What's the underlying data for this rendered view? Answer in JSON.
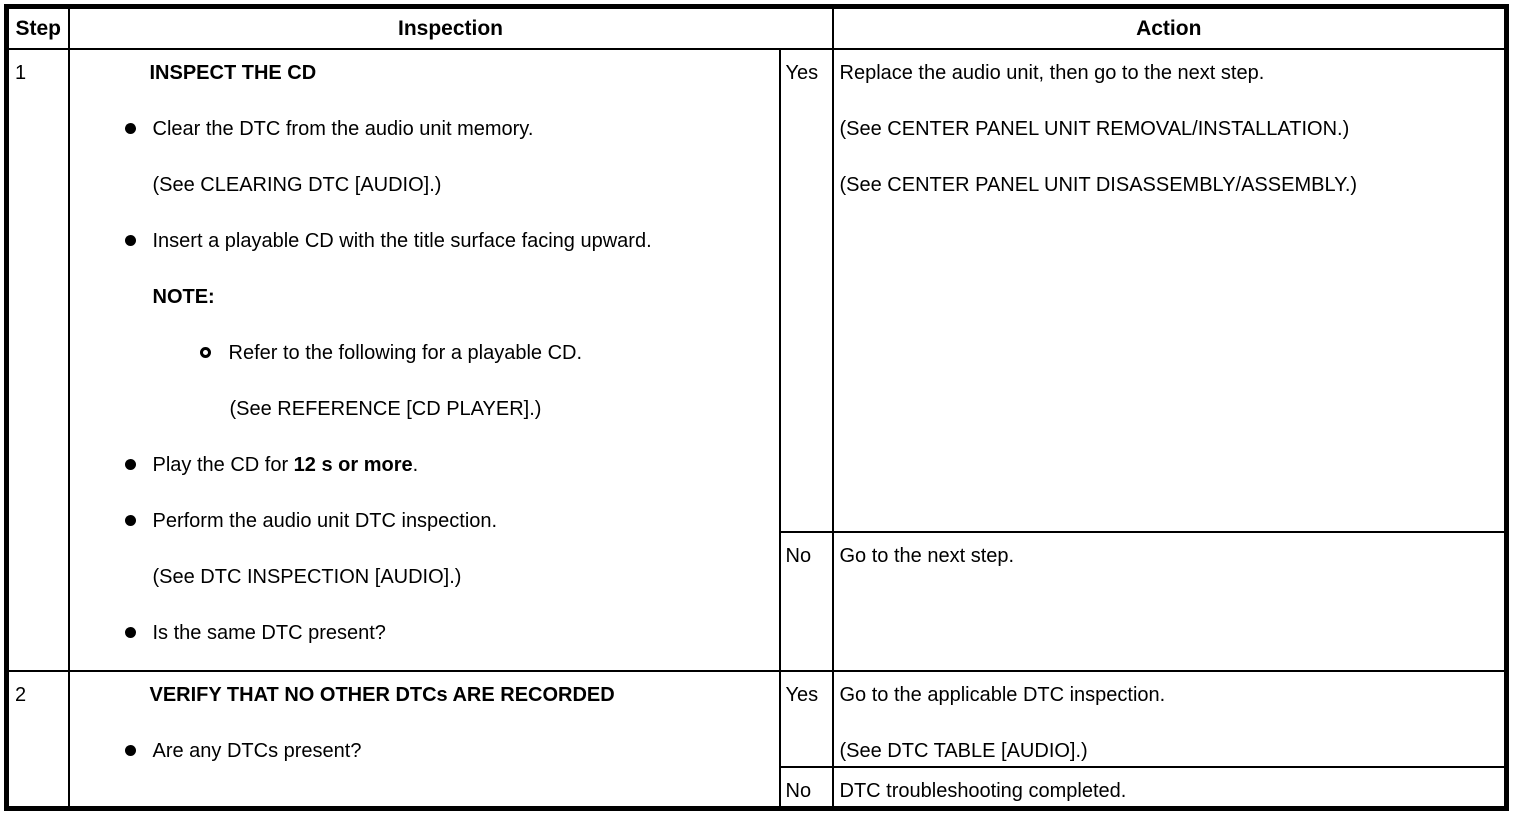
{
  "header": {
    "step": "Step",
    "inspection": "Inspection",
    "action": "Action"
  },
  "rows": [
    {
      "step": "1",
      "title": "INSPECT THE CD",
      "items": {
        "i0": {
          "type": "bullet",
          "text": "Clear the DTC from the audio unit memory."
        },
        "i1": {
          "type": "see",
          "text": "(See CLEARING DTC [AUDIO].)"
        },
        "i2": {
          "type": "bullet",
          "text": "Insert a playable CD with the title surface facing upward."
        },
        "i3": {
          "type": "note",
          "text": "NOTE:"
        },
        "i4": {
          "type": "sub-bullet",
          "text": "Refer to the following for a playable CD."
        },
        "i5": {
          "type": "sub-see",
          "text": "(See REFERENCE [CD PLAYER].)"
        },
        "i6": {
          "type": "bullet-mixed",
          "prefix": "Play the CD for ",
          "bold": "12 s or more",
          "suffix": "."
        },
        "i7": {
          "type": "bullet",
          "text": "Perform the audio unit DTC inspection."
        },
        "i8": {
          "type": "see",
          "text": "(See DTC INSPECTION [AUDIO].)"
        },
        "i9": {
          "type": "bullet",
          "text": "Is the same DTC present?"
        }
      },
      "yes_label": "Yes",
      "yes_lines": {
        "l0": "Replace the audio unit, then go to the next step.",
        "l1": "(See CENTER PANEL UNIT REMOVAL/INSTALLATION.)",
        "l2": "(See CENTER PANEL UNIT DISASSEMBLY/ASSEMBLY.)"
      },
      "no_label": "No",
      "no_lines": {
        "l0": "Go to the next step."
      }
    },
    {
      "step": "2",
      "title": "VERIFY THAT NO OTHER DTCs ARE RECORDED",
      "items": {
        "i0": {
          "type": "bullet",
          "text": "Are any DTCs present?"
        }
      },
      "yes_label": "Yes",
      "yes_lines": {
        "l0": "Go to the applicable DTC inspection.",
        "l1": "(See DTC TABLE [AUDIO].)"
      },
      "no_label": "No",
      "no_lines": {
        "l0": "DTC troubleshooting completed."
      }
    }
  ],
  "colors": {
    "border": "#000000",
    "background": "#ffffff",
    "text": "#000000"
  }
}
